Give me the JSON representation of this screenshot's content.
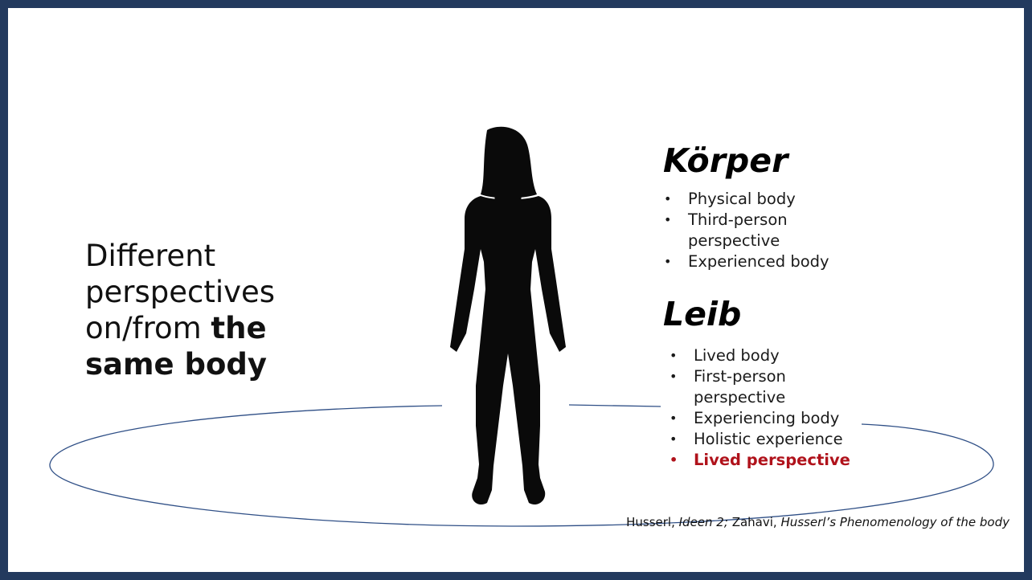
{
  "left_title": {
    "plain": "Different perspectives on/from ",
    "bold": "the same body"
  },
  "koerper": {
    "heading": "Körper",
    "items": [
      "Physical body",
      "Third-person perspective",
      "Experienced body"
    ]
  },
  "leib": {
    "heading": "Leib",
    "items": [
      "Lived body",
      "First-person perspective",
      "Experiencing body",
      "Holistic experience",
      "Lived perspective"
    ],
    "highlight": "Lived perspective"
  },
  "citation": {
    "author1": "Husserl,",
    "work1": "Ideen 2;",
    "author2": "Zahavi,",
    "work2": "Husserl’s Phenomenology of the body"
  },
  "colors": {
    "frame": "#233a5e",
    "ellipse": "#2f4f86",
    "highlight": "#b0121b"
  },
  "icons": [
    "woman-silhouette-icon"
  ]
}
